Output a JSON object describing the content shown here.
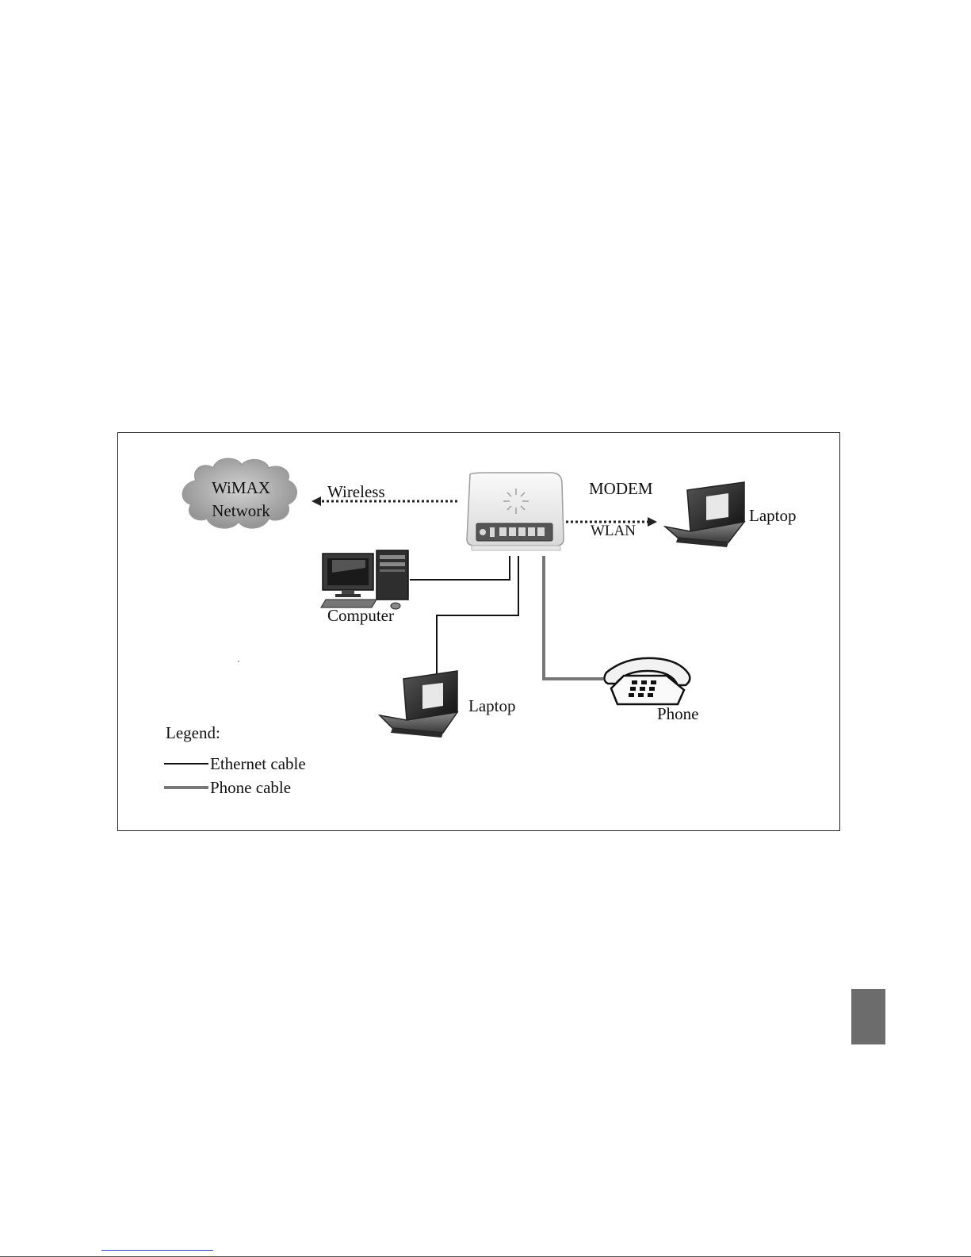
{
  "diagram": {
    "nodes": {
      "wimax_line1": "WiMAX",
      "wimax_line2": "Network",
      "modem_top": "MODEM",
      "modem_bottom": "WLAN",
      "laptop_right": "Laptop",
      "computer": "Computer",
      "laptop_bottom": "Laptop",
      "phone": "Phone"
    },
    "edges": {
      "wireless": "Wireless"
    },
    "legend": {
      "title": "Legend:",
      "ethernet": "Ethernet cable",
      "phone": "Phone cable"
    }
  }
}
